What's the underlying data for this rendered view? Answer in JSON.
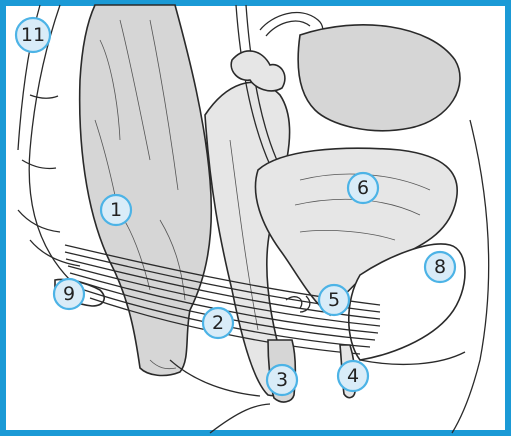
{
  "colors": {
    "frame": "#1b9ad6",
    "callout_fill": "#d9ecf8",
    "callout_stroke": "#4cb3e6",
    "organ_fill": "#d6d6d6"
  },
  "callouts": [
    {
      "id": "1",
      "label": "1"
    },
    {
      "id": "2",
      "label": "2"
    },
    {
      "id": "3",
      "label": "3"
    },
    {
      "id": "4",
      "label": "4"
    },
    {
      "id": "5",
      "label": "5"
    },
    {
      "id": "6",
      "label": "6"
    },
    {
      "id": "8",
      "label": "8"
    },
    {
      "id": "9",
      "label": "9"
    },
    {
      "id": "11",
      "label": "11"
    }
  ]
}
